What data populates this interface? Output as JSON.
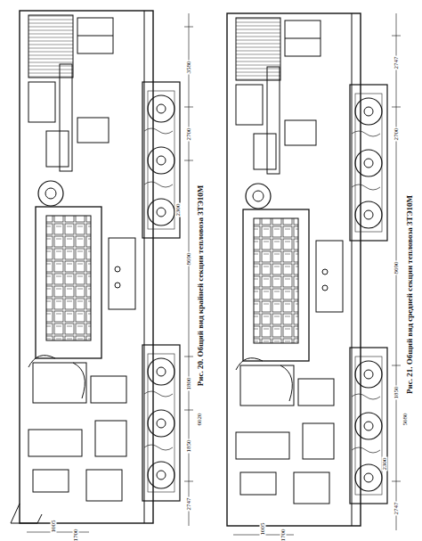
{
  "diagram": {
    "labels": [
      "Рис. 20. Общий вид крайней секции тепловоза 3ТЭ10М",
      "Рис. 21. Общий вид средней секции тепловоза 3ТЭ10М",
      "3580",
      "2700",
      "2300",
      "8690",
      "6020",
      "1800",
      "1850",
      "2747",
      "1005",
      "1700",
      "2747",
      "2700",
      "2300",
      "8690",
      "5080",
      "1850",
      "2747",
      "1005",
      "1700"
    ]
  }
}
